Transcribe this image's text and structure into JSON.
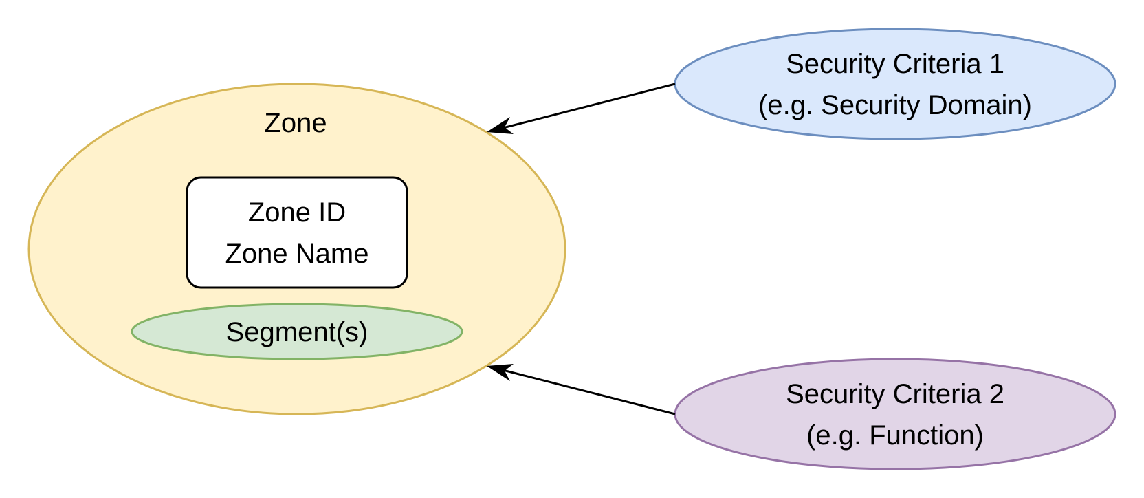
{
  "zone": {
    "title": "Zone",
    "fill": "#fff2cc",
    "stroke": "#d6b656",
    "info_box": {
      "line1": "Zone ID",
      "line2": "Zone Name",
      "fill": "#ffffff",
      "stroke": "#000000"
    },
    "segment": {
      "label": "Segment(s)",
      "fill": "#d5e8d4",
      "stroke": "#82b366"
    }
  },
  "criteria": [
    {
      "line1": "Security Criteria 1",
      "line2": "(e.g. Security Domain)",
      "fill": "#dae8fc",
      "stroke": "#6c8ebf"
    },
    {
      "line1": "Security Criteria 2",
      "line2": "(e.g. Function)",
      "fill": "#e1d5e7",
      "stroke": "#9673a6"
    }
  ],
  "edge_color": "#000000"
}
